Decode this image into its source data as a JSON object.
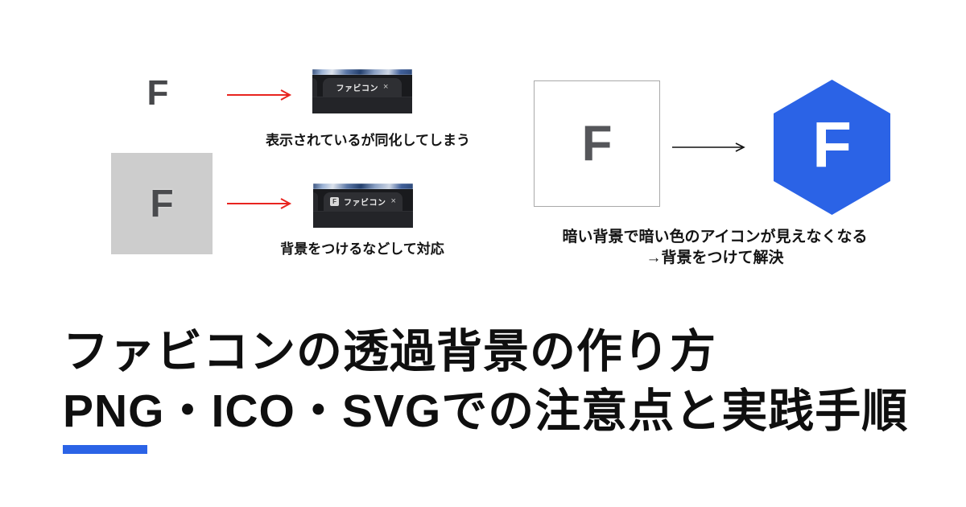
{
  "title": {
    "line1": "ファビコンの透過背景の作り方",
    "line2": "PNG・ICO・SVGでの注意点と実践手順"
  },
  "left_diagram": {
    "row1": {
      "letter": "F",
      "caption": "表示されているが同化してしまう",
      "tab": {
        "title": "ファビコン",
        "close": "×"
      }
    },
    "row2": {
      "letter": "F",
      "caption": "背景をつけるなどして対応",
      "tab": {
        "title": "ファビコン",
        "close": "×",
        "favicon_letter": "F"
      }
    }
  },
  "right_diagram": {
    "source_letter": "F",
    "result_letter": "F",
    "caption_line1": "暗い背景で暗い色のアイコンが見えなくなる",
    "caption_line2": "→背景をつけて解決"
  },
  "colors": {
    "accent_blue": "#2b63e6",
    "arrow_red": "#e8241f",
    "square_gray": "#cdcdcd",
    "letter_gray": "#4a4b4e",
    "title_text": "#0f0f0f"
  }
}
